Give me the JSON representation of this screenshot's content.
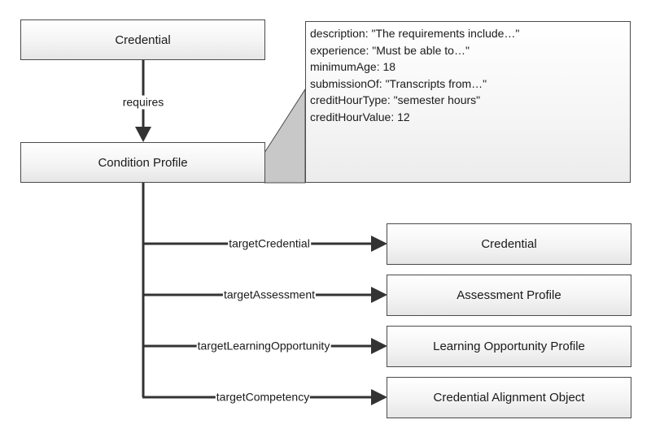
{
  "nodes": {
    "credential_top": "Credential",
    "condition_profile": "Condition Profile",
    "target_credential": "Credential",
    "assessment_profile": "Assessment Profile",
    "learning_opportunity_profile": "Learning Opportunity Profile",
    "credential_alignment_object": "Credential Alignment Object"
  },
  "edges": {
    "requires": "requires",
    "target_credential": "targetCredential",
    "target_assessment": "targetAssessment",
    "target_learning_opportunity": "targetLearningOpportunity",
    "target_competency": "targetCompetency"
  },
  "note": {
    "lines": [
      "description: \"The requirements include…\"",
      "experience: \"Must be able to…\"",
      "minimumAge: 18",
      "submissionOf: \"Transcripts from…\"",
      "creditHourType: \"semester hours\"",
      "creditHourValue: 12"
    ]
  },
  "colors": {
    "line": "#333333",
    "callout_fill": "#c8c8c8",
    "box_border": "#4a4a4a"
  }
}
